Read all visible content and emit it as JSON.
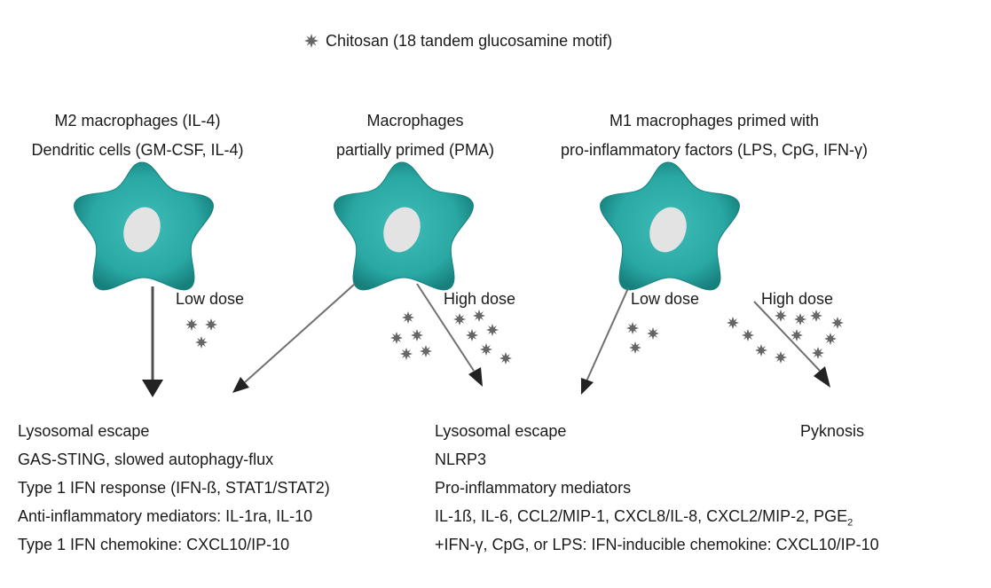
{
  "legend": {
    "icon": "burst-icon",
    "label": "Chitosan (18 tandem glucosamine motif)"
  },
  "columns": [
    {
      "line1": "M2 macrophages (IL-4)",
      "line2": "Dendritic cells (GM-CSF, IL-4)"
    },
    {
      "line1": "Macrophages",
      "line2": "partially primed (PMA)"
    },
    {
      "line1": "M1 macrophages primed with",
      "line2": "pro-inflammatory factors (LPS, CpG, IFN-γ)"
    }
  ],
  "dose_labels": {
    "left_low": "Low dose",
    "middle_high": "High dose",
    "right_low": "Low dose",
    "right_high": "High dose"
  },
  "outcomes": {
    "left": [
      "Lysosomal escape",
      "GAS-STING, slowed autophagy-flux",
      "Type 1 IFN response (IFN-ß, STAT1/STAT2)",
      "Anti-inflammatory mediators: IL-1ra, IL-10",
      "Type 1 IFN chemokine: CXCL10/IP-10"
    ],
    "center": [
      "Lysosomal escape",
      "NLRP3",
      "Pro-inflammatory mediators",
      "IL-1ß, IL-6, CCL2/MIP-1, CXCL8/IL-8, CXCL2/MIP-2, PGE",
      "+IFN-γ, CpG, or LPS: IFN-inducible chemokine: CXCL10/IP-10"
    ],
    "center_pge_subscript": "2",
    "right": "Pyknosis"
  },
  "colors": {
    "cell_fill": "#2aa8a4",
    "cell_dark": "#17807d",
    "nucleus": "#e3e3e3",
    "arrow": "#505050",
    "burst": "#666666"
  }
}
